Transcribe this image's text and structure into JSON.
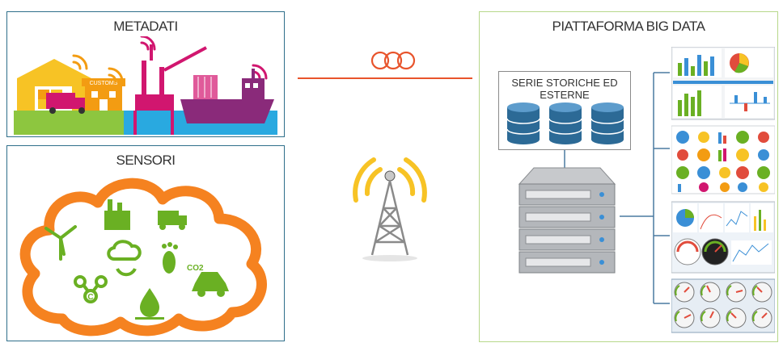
{
  "panels": {
    "metadata_title": "METADATI",
    "sensors_title": "SENSORI",
    "bigdata_title": "PIATTAFORMA BIG DATA"
  },
  "metadata_scene": {
    "customs_sign": "CUSTOMS"
  },
  "sensors": {
    "co2_label": "CO2",
    "carbon_label": "C"
  },
  "timeseries": {
    "label": "SERIE STORICHE ED ESTERNE"
  },
  "colors": {
    "panel_border": "#2f6f8a",
    "bigdata_border": "#b7d88a",
    "cloud": "#f58220",
    "sensor_icon": "#6ab023",
    "link_line": "#e8542c",
    "ground_green": "#8dc63f",
    "water_blue": "#29a9e0",
    "magenta": "#d1166f",
    "purple": "#8a2a7a",
    "yellow": "#f7c325",
    "database": "#2c6a96"
  }
}
